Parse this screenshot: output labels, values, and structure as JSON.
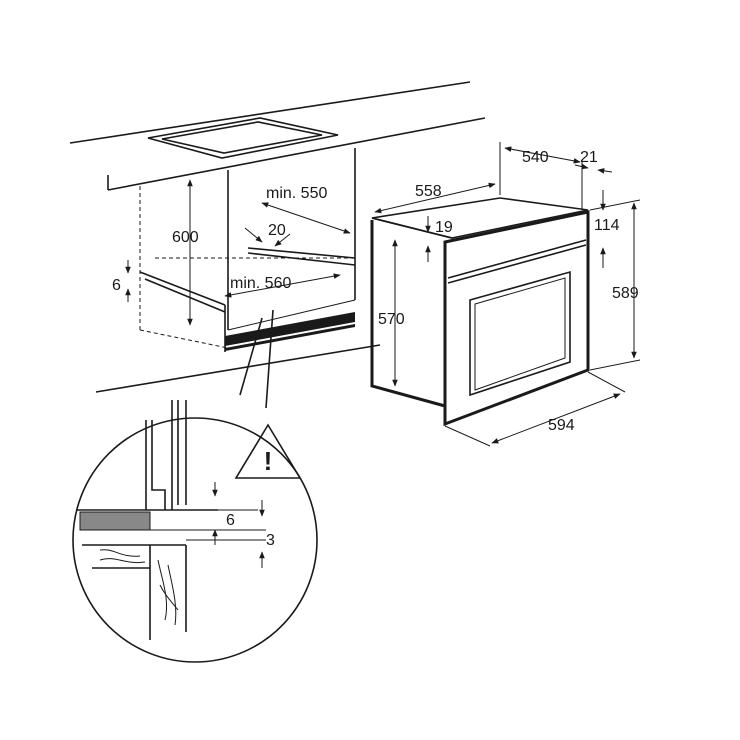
{
  "dimensions": {
    "cabinet_height": "600",
    "cabinet_gap": "6",
    "min_depth": "min. 550",
    "vent_gap": "20",
    "min_width": "min. 560",
    "oven_depth_total": "540",
    "door_offset": "21",
    "oven_body_depth": "558",
    "top_offset": "19",
    "panel_height": "114",
    "oven_body_height": "570",
    "oven_front_height": "589",
    "oven_width": "594",
    "detail_gap": "6",
    "detail_thickness": "3"
  },
  "warning_symbol": "!"
}
